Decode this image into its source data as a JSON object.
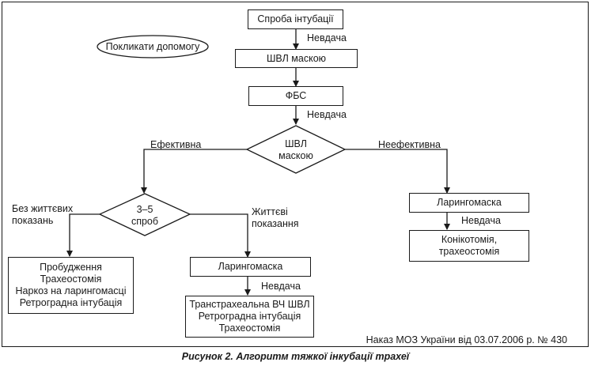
{
  "diagram": {
    "nodes": {
      "attempt": "Спроба інтубації",
      "call_help": "Покликати допомогу",
      "mask_vent": "ШВЛ маскою",
      "fbs": "ФБС",
      "diamond_vent_line1": "ШВЛ",
      "diamond_vent_line2": "маскою",
      "diamond_attempts_line1": "3–5",
      "diamond_attempts_line2": "спроб",
      "laryngeal_mask_right": "Ларингомаска",
      "coniotomy_line1": "Конікотомія,",
      "coniotomy_line2": "трахеостомія",
      "wakeup_line1": "Пробудження",
      "wakeup_line2": "Трахеостомія",
      "wakeup_line3": "Наркоз на ларингомасці",
      "wakeup_line4": "Ретроградна інтубація",
      "laryngeal_mask_center": "Ларингомаска",
      "transtracheal_line1": "Транстрахеальна ВЧ ШВЛ",
      "transtracheal_line2": "Ретроградна інтубація",
      "transtracheal_line3": "Трахеостомія"
    },
    "labels": {
      "fail_1": "Невдача",
      "fail_2": "Невдача",
      "fail_3": "Невдача",
      "fail_4": "Невдача",
      "effective": "Ефективна",
      "ineffective": "Неефективна",
      "no_vital_line1": "Без життєвих",
      "no_vital_line2": "показань",
      "vital_line1": "Життєві",
      "vital_line2": "показання"
    },
    "source": "Наказ МОЗ України від 03.07.2006 р. № 430",
    "caption": "Рисунок 2. Алгоритм тяжкої інкубації трахеї"
  }
}
